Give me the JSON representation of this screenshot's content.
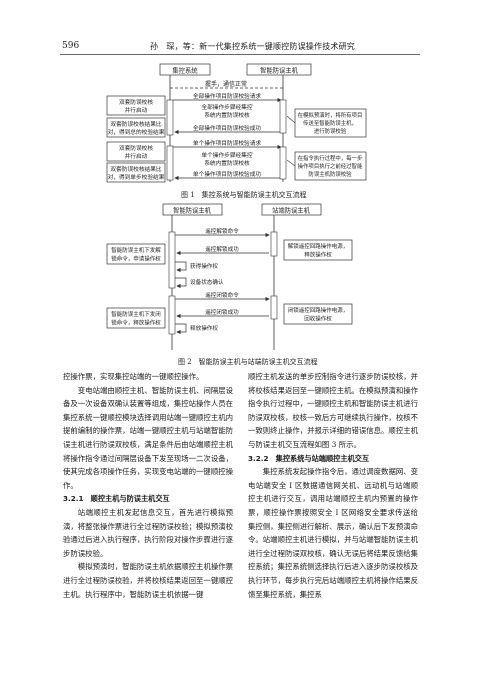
{
  "header": {
    "page_number": "596",
    "running_title": "孙　琛，等：新一代集控系统一键顺控防误操作技术研究"
  },
  "figure1": {
    "caption": "图 1　集控系统与智能防误主机交互流程",
    "left_header": "集控系统",
    "right_header": "智能防误主机",
    "top_message": "握手，通信正常",
    "left_boxes": [
      [
        "双套防误校核",
        "并行启动"
      ],
      [
        "双套防误校核结果比",
        "对，得到总的校验结果"
      ],
      [
        "双套防误校核",
        "并行启动"
      ],
      [
        "双套防误校核结果比",
        "对，得到单步校验结果"
      ]
    ],
    "messages": [
      "全部操作项目防误校验请求",
      "全部操作步骤经集控",
      "系统内置防误校核",
      "全部操作项目防误校验成功",
      "单个操作项目防误校验请求",
      "单个操作步骤经集控",
      "系统内置防误校核",
      "单个操作项目防误校验成功"
    ],
    "right_boxes": [
      [
        "在模拟预演时，将所有项目",
        "传送至智能防误主机，",
        "进行防误校验"
      ],
      [
        "在指令执行过程中，每一步",
        "操作项目执行之前经过智能",
        "防误主机防误校验"
      ]
    ]
  },
  "figure2": {
    "caption": "图 2　智能防误主机与站端防误主机交互流程",
    "left_header": "智能防误主机",
    "right_header": "站端防误主机",
    "left_boxes": [
      [
        "智能防误主机下发解",
        "锁命令，申请操作权"
      ],
      [
        "智能防误主机下发闭",
        "锁命令，释放操作权"
      ]
    ],
    "right_boxes": [
      [
        "解锁遥控回路操作电源，",
        "释放操作权"
      ],
      [
        "闭锁遥控回路操作电源，",
        "回收操作权"
      ]
    ],
    "messages": [
      "遥控解锁命令",
      "遥控解锁成功",
      "获得操作权",
      "设备状态确认",
      "遥控闭锁命令",
      "遥控闭锁成功",
      "释放操作权"
    ]
  },
  "left_column": [
    {
      "kind": "cont",
      "text": "控操作票，实现集控站端的一键顺控操作。"
    },
    {
      "kind": "para",
      "text": "变电站端由顺控主机、智能防误主机、间隔层设备及一次设备双确认装置等组成，集控站操作人员在集控系统一键顺控模块选择调用站端一键顺控主机内提前编制的操作票，站端一键顺控主机与站端智能防误主机进行防误双校核，满足条件后由站端顺控主机将操作指令通过间隔层设备下发至现场一二次设备，使其完成各项操作任务，实现变电站端的一键顺控操作。"
    },
    {
      "kind": "section",
      "text": "3.2.1　顺控主机与防误主机交互"
    },
    {
      "kind": "para",
      "text": "站端顺控主机发起信息交互，首先进行模拟预演，将整张操作票进行全过程防误校验；模拟预演校验通过后进入执行程序，执行阶段对操作步骤进行逐步防误校验。"
    },
    {
      "kind": "para",
      "text": "模拟预演时，智能防误主机依据顺控主机操作票进行全过程防误校验，并将校核结果返回至一键顺控主机。执行程序中，智能防误主机依据一键"
    }
  ],
  "right_column": [
    {
      "kind": "cont",
      "text": "顺控主机发送的单步控制指令进行逐步防误校核，并将校核结果返回至一键顺控主机。在模拟预演和操作指令执行过程中，一键顺控主机和智能防误主机进行防误双校核，校核一致后方可继续执行操作，校核不一致则终止操作，并报示详细的错误信息。顺控主机与防误主机交互流程如图 3 所示。"
    },
    {
      "kind": "section",
      "text": "3.2.2　集控系统与站端顺控主机交互"
    },
    {
      "kind": "para",
      "text": "集控系统发起操作指令后，通过调度数据网、变电站端安全 I 区数据通信网关机、远动机与站端顺控主机进行交互，调用站端顺控主机内预置的操作票，顺控操作票按照安全 I 区网络安全要求传送给集控侧，集控侧进行解析、展示，确认后下发预演命令。站端顺控主机进行模拟，并与站端智能防误主机进行全过程防误双校核，确认无误后将结果反馈给集控系统；集控系统侧选择执行后进入逐步防误校核及执行环节，每步执行完后站端顺控主机将操作结果反馈至集控系统，集控系"
    }
  ]
}
